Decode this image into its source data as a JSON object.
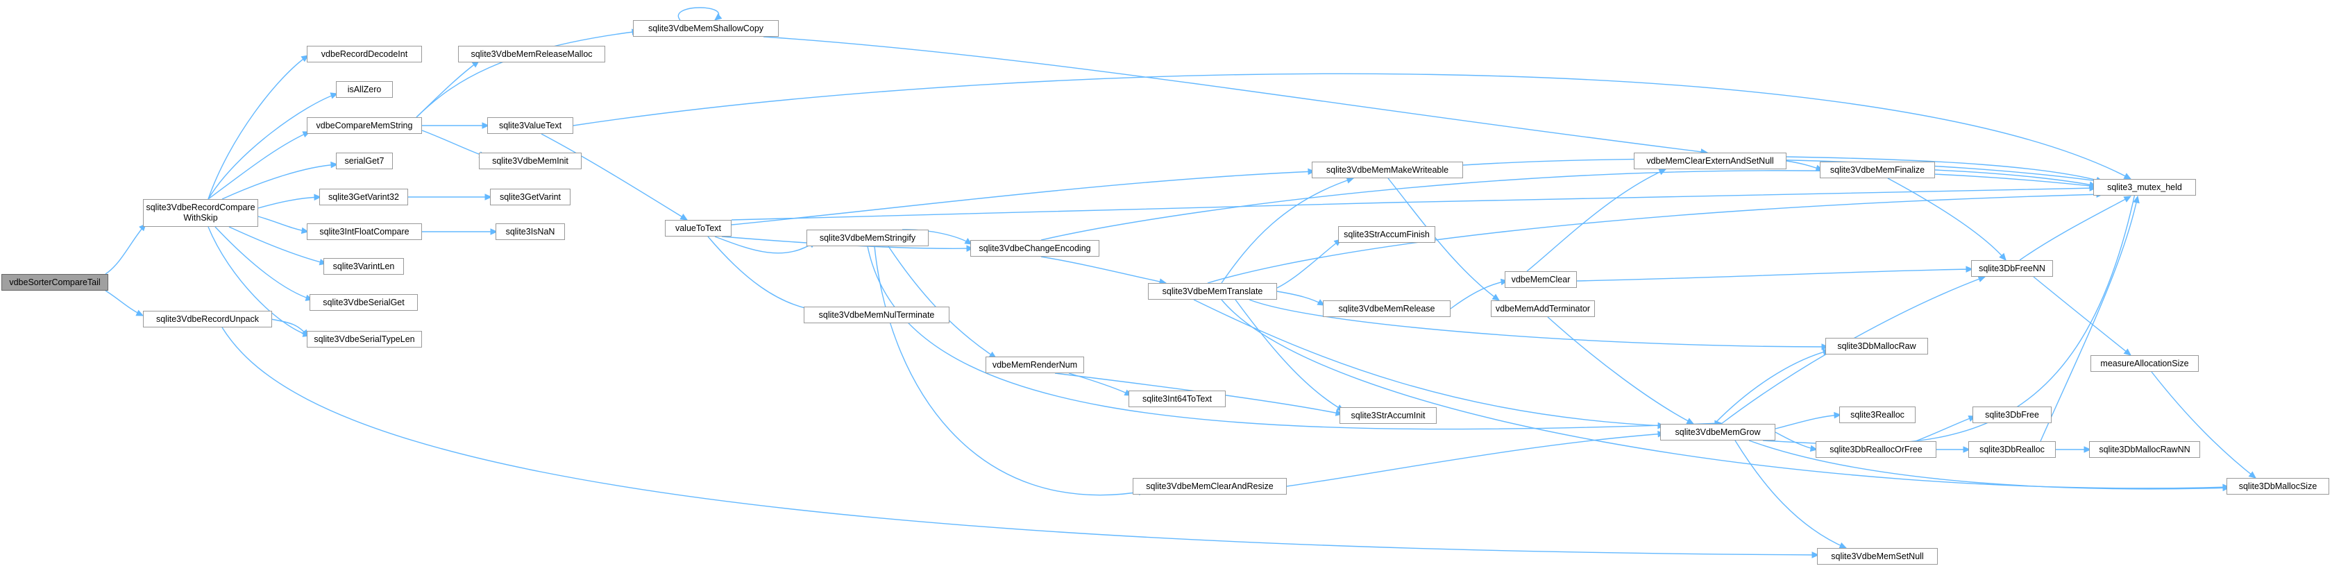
{
  "graph": {
    "edge_color": "#63b8ff",
    "root_fill": "#a0a0a0",
    "node_border": "#999999",
    "nodes": {
      "root": "vdbeSorterCompareTail",
      "rcws1": "sqlite3VdbeRecordCompare",
      "rcws2": "WithSkip",
      "unpack": "sqlite3VdbeRecordUnpack",
      "decodeInt": "vdbeRecordDecodeInt",
      "isAllZero": "isAllZero",
      "cmpMemString": "vdbeCompareMemString",
      "serialGet7": "serialGet7",
      "getVarint32": "sqlite3GetVarint32",
      "intFloat": "sqlite3IntFloatCompare",
      "varintLen": "sqlite3VarintLen",
      "serialGet": "sqlite3VdbeSerialGet",
      "serialTypeLen": "sqlite3VdbeSerialTypeLen",
      "shallowCopy": "sqlite3VdbeMemShallowCopy",
      "releaseMalloc": "sqlite3VdbeMemReleaseMalloc",
      "valueText": "sqlite3ValueText",
      "memInit": "sqlite3VdbeMemInit",
      "getVarint": "sqlite3GetVarint",
      "isNaN": "sqlite3IsNaN",
      "valueToText": "valueToText",
      "stringify": "sqlite3VdbeMemStringify",
      "nulTerm": "sqlite3VdbeMemNulTerminate",
      "changeEnc": "sqlite3VdbeChangeEncoding",
      "renderNum": "vdbeMemRenderNum",
      "int64ToText": "sqlite3Int64ToText",
      "clearResize": "sqlite3VdbeMemClearAndResize",
      "makeWriteable": "sqlite3VdbeMemMakeWriteable",
      "translate": "sqlite3VdbeMemTranslate",
      "strAccumFinish": "sqlite3StrAccumFinish",
      "memRelease": "sqlite3VdbeMemRelease",
      "addTerm": "vdbeMemAddTerminator",
      "strAccumInit": "sqlite3StrAccumInit",
      "memClear": "vdbeMemClear",
      "mallocRaw": "sqlite3DbMallocRaw",
      "memGrow": "sqlite3VdbeMemGrow",
      "realloc": "sqlite3Realloc",
      "reallocOrFree": "sqlite3DbReallocOrFree",
      "setNull": "sqlite3VdbeMemSetNull",
      "clearExtern": "vdbeMemClearExternAndSetNull",
      "memFinalize": "sqlite3VdbeMemFinalize",
      "dbFreeNN": "sqlite3DbFreeNN",
      "dbFree": "sqlite3DbFree",
      "dbRealloc": "sqlite3DbRealloc",
      "mutexHeld": "sqlite3_mutex_held",
      "measureAlloc": "measureAllocationSize",
      "mallocRawNN": "sqlite3DbMallocRawNN",
      "mallocSize": "sqlite3DbMallocSize"
    }
  }
}
